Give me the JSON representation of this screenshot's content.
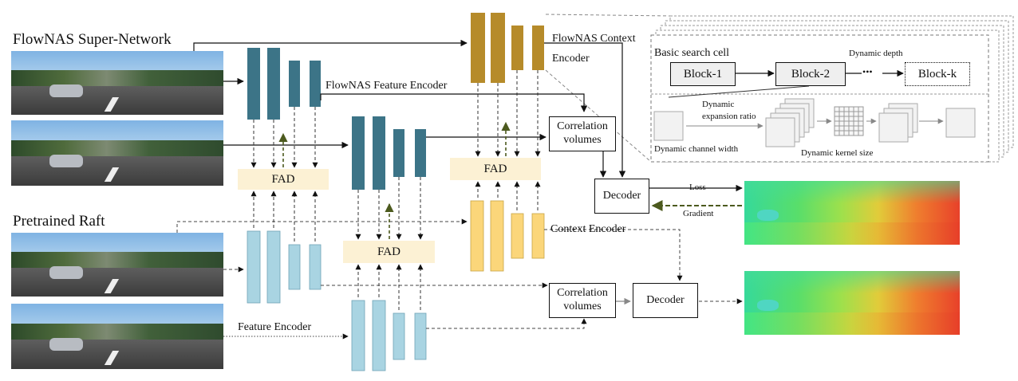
{
  "labels": {
    "supernet_title": "FlowNAS Super-Network",
    "raft_title": "Pretrained Raft",
    "flownas_feature_encoder": "FlowNAS Feature Encoder",
    "flownas_context_line1": "FlowNAS Context",
    "flownas_context_line2": "Encoder",
    "context_encoder": "Context Encoder",
    "feature_encoder": "Feature Encoder",
    "fad": "FAD",
    "correlation_line1": "Correlation",
    "correlation_line2": "volumes",
    "decoder": "Decoder",
    "loss": "Loss",
    "gradient": "Gradient"
  },
  "search_cell": {
    "title": "Basic search cell",
    "blocks": [
      "Block-1",
      "Block-2",
      "Block-k"
    ],
    "ellipsis": "•••",
    "dynamic_depth": "Dynamic depth",
    "dynamic_expansion_line1": "Dynamic",
    "dynamic_expansion_line2": "expansion ratio",
    "dynamic_channel_width": "Dynamic channel width",
    "dynamic_kernel_size": "Dynamic kernel size"
  },
  "colors": {
    "flownas_encoder": "#3c7487",
    "flownas_context": "#b68b2a",
    "pretrained_encoder": "#a9d4e2",
    "pretrained_context": "#fbd67a",
    "fad_fill": "#fcf1d4",
    "gradient_arrow": "#4c5a1e"
  }
}
